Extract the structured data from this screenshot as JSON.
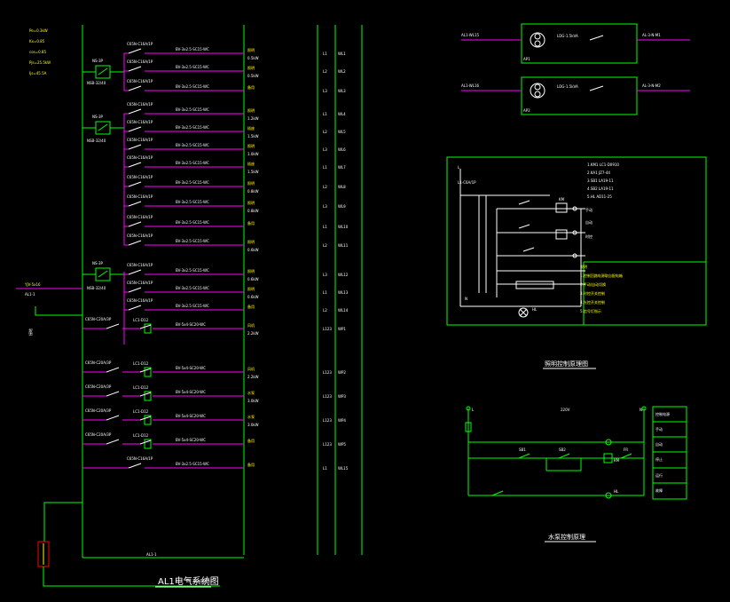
{
  "colors": {
    "background": "#000000",
    "bus": "#00ff00",
    "feeder": "#ff00ff",
    "text": "#ffff00",
    "label": "#ffffff",
    "accent_red": "#ff0000",
    "device": "#00ffff"
  },
  "titles": {
    "main_system": "AL1电气系统图",
    "lighting_control": "照明控制原理图",
    "pump_control": "水泵控制原理"
  },
  "incoming": {
    "notes": [
      "Pe=0.3kW",
      "Kx=0.85",
      "cos=0.85",
      "Pjs=25.5kW",
      "Ijs=45.5A"
    ],
    "cable": "YJV-5x16",
    "source": "AL1-1",
    "grounding": "接地"
  },
  "bottom_cable": "BV-3x2.5-SC15",
  "ring_groups": [
    {
      "device": "NS-3P",
      "device2": "NSB-32/40"
    },
    {
      "device": "NS-3P",
      "device2": "NSB-32/40"
    },
    {
      "device": "NS-3P",
      "device2": "NSB-32/40"
    }
  ],
  "circuits": [
    {
      "breaker": "C65N-C16A/1P",
      "cable": "BV-3x2.5-SC15-WC",
      "load": "照明",
      "power": "0.5kW",
      "phase": "L1",
      "code": "WL1"
    },
    {
      "breaker": "C65N-C16A/1P",
      "cable": "BV-3x2.5-SC15-WC",
      "load": "照明",
      "power": "0.5kW",
      "phase": "L2",
      "code": "WL2"
    },
    {
      "breaker": "C65N-C16A/1P",
      "cable": "BV-3x2.5-SC15-WC",
      "load": "备用",
      "power": "",
      "phase": "L3",
      "code": "WL3"
    },
    {
      "breaker": "C65N-C16A/1P",
      "cable": "BV-3x2.5-SC15-WC",
      "load": "照明",
      "power": "1.2kW",
      "phase": "L1",
      "code": "WL4"
    },
    {
      "breaker": "C65N-C16A/1P",
      "cable": "BV-3x2.5-SC15-WC",
      "load": "插座",
      "power": "1.5kW",
      "phase": "L2",
      "code": "WL5"
    },
    {
      "breaker": "C65N-C16A/1P",
      "cable": "BV-3x2.5-SC15-WC",
      "load": "照明",
      "power": "1.0kW",
      "phase": "L3",
      "code": "WL6"
    },
    {
      "breaker": "C65N-C16A/1P",
      "cable": "BV-3x2.5-SC15-WC",
      "load": "插座",
      "power": "1.5kW",
      "phase": "L1",
      "code": "WL7"
    },
    {
      "breaker": "C65N-C16A/1P",
      "cable": "BV-3x2.5-SC15-WC",
      "load": "照明",
      "power": "0.8kW",
      "phase": "L2",
      "code": "WL8"
    },
    {
      "breaker": "C65N-C16A/1P",
      "cable": "BV-3x2.5-SC15-WC",
      "load": "照明",
      "power": "0.8kW",
      "phase": "L3",
      "code": "WL9"
    },
    {
      "breaker": "C65N-C16A/1P",
      "cable": "BV-3x2.5-SC15-WC",
      "load": "备用",
      "power": "",
      "phase": "L1",
      "code": "WL10"
    },
    {
      "breaker": "C65N-C16A/1P",
      "cable": "BV-3x2.5-SC15-WC",
      "load": "照明",
      "power": "0.6kW",
      "phase": "L2",
      "code": "WL11"
    },
    {
      "breaker": "C65N-C16A/1P",
      "cable": "BV-3x2.5-SC15-WC",
      "load": "照明",
      "power": "0.6kW",
      "phase": "L3",
      "code": "WL12"
    },
    {
      "breaker": "C65N-C16A/1P",
      "cable": "BV-3x2.5-SC15-WC",
      "load": "照明",
      "power": "0.6kW",
      "phase": "L1",
      "code": "WL13"
    },
    {
      "breaker": "C65N-C16A/1P",
      "cable": "BV-3x2.5-SC15-WC",
      "load": "备用",
      "power": "",
      "phase": "L2",
      "code": "WL14"
    },
    {
      "breaker": "C65N-C20A/3P",
      "cable": "BV-5x4-SC20-WC",
      "load": "风机",
      "power": "2.2kW",
      "phase": "L123",
      "code": "WP1"
    },
    {
      "breaker": "C65N-C20A/3P",
      "cable": "BV-5x4-SC20-WC",
      "load": "风机",
      "power": "2.2kW",
      "phase": "L123",
      "code": "WP2"
    },
    {
      "breaker": "C65N-C20A/3P",
      "cable": "BV-5x4-SC20-WC",
      "load": "水泵",
      "power": "3.0kW",
      "phase": "L123",
      "code": "WP3"
    },
    {
      "breaker": "C65N-C20A/3P",
      "cable": "BV-5x4-SC20-WC",
      "load": "水泵",
      "power": "3.0kW",
      "phase": "L123",
      "code": "WP4"
    },
    {
      "breaker": "C65N-C20A/3P",
      "cable": "BV-5x4-SC20-WC",
      "load": "备用",
      "power": "",
      "phase": "L123",
      "code": "WP5"
    },
    {
      "breaker": "C65N-C16A/1P",
      "cable": "BV-3x2.5-SC15-WC",
      "load": "备用",
      "power": "",
      "phase": "L1",
      "code": "WL15"
    }
  ],
  "contactor_label": "LC1-D12",
  "transformer_boxes": [
    {
      "in_label": "AL1-WL15",
      "rating": "LDG-1.5kVA",
      "out_label": "AL-3-N-M1",
      "tag": "AP1"
    },
    {
      "in_label": "AL1-WL16",
      "rating": "LDG-1.5kVA",
      "out_label": "AL-3-N-M2",
      "tag": "AP2"
    }
  ],
  "lighting_control": {
    "notes": [
      "1.KM1 LC1-D0910",
      "2.KA1 JZ7-44",
      "3.SB1 LA19-11",
      "4.SB2 LA19-11",
      "5.HL AD11-25"
    ],
    "legend": [
      "说明",
      "1.控制回路电源取自配电箱",
      "2.手动/自动切换",
      "3.时控开关控制",
      "4.光控开关控制",
      "5.信号灯指示"
    ],
    "labels": {
      "L": "L",
      "N": "N",
      "KM": "KM",
      "HL": "HL",
      "source": "L1-C6A/1P",
      "out1": "手动",
      "out2": "自动",
      "out3": "时控"
    }
  },
  "pump_control": {
    "voltage": "220V",
    "side_labels": [
      "控制电源",
      "手动",
      "自动",
      "停止",
      "运行",
      "故障"
    ],
    "labels": {
      "L": "L",
      "N": "N",
      "SB1": "SB1",
      "SB2": "SB2",
      "KM": "KM",
      "FR": "FR",
      "HL": "HL"
    }
  }
}
